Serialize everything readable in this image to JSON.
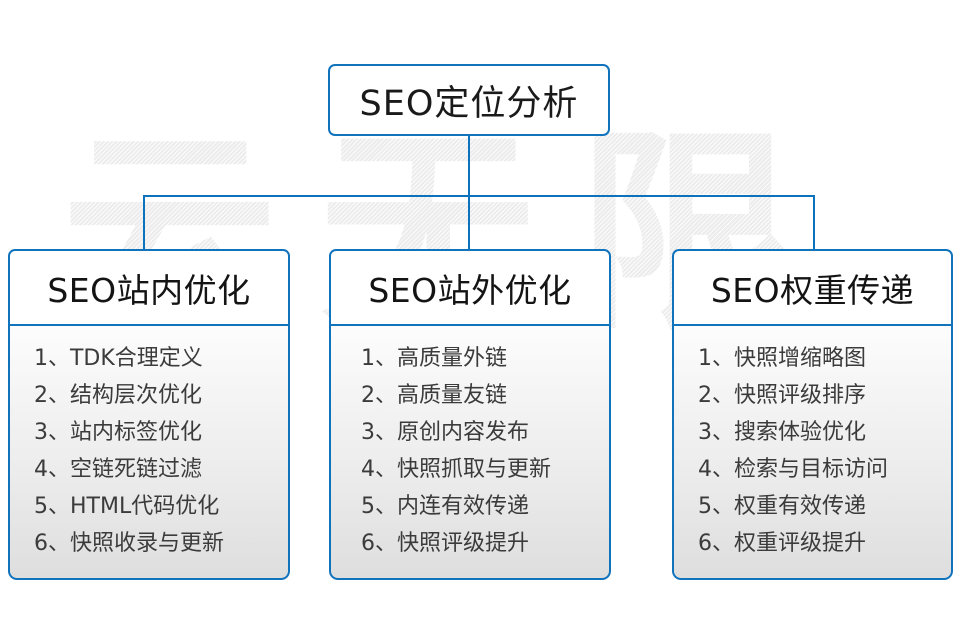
{
  "watermark": {
    "text": "云无限",
    "chars": [
      "云",
      "无",
      "限"
    ],
    "color": "#ececec"
  },
  "theme": {
    "accent_blue": "#1273bd",
    "connector_blue": "#0d72bc",
    "text_dark": "#1a1a1a",
    "text_body": "#3b3b3b",
    "panel_gradient_top": "#fdfdfd",
    "panel_gradient_bottom": "#dedede"
  },
  "root": {
    "title": "SEO定位分析"
  },
  "columns": [
    {
      "header": "SEO站内优化",
      "items": [
        "1、TDK合理定义",
        "2、结构层次优化",
        "3、站内标签优化",
        "4、空链死链过滤",
        "5、HTML代码优化",
        "6、快照收录与更新"
      ]
    },
    {
      "header": "SEO站外优化",
      "items": [
        "1、高质量外链",
        "2、高质量友链",
        "3、原创内容发布",
        "4、快照抓取与更新",
        "5、内连有效传递",
        "6、快照评级提升"
      ]
    },
    {
      "header": "SEO权重传递",
      "items": [
        "1、快照增缩略图",
        "2、快照评级排序",
        "3、搜索体验优化",
        "4、检索与目标访问",
        "5、权重有效传递",
        "6、权重评级提升"
      ]
    }
  ]
}
